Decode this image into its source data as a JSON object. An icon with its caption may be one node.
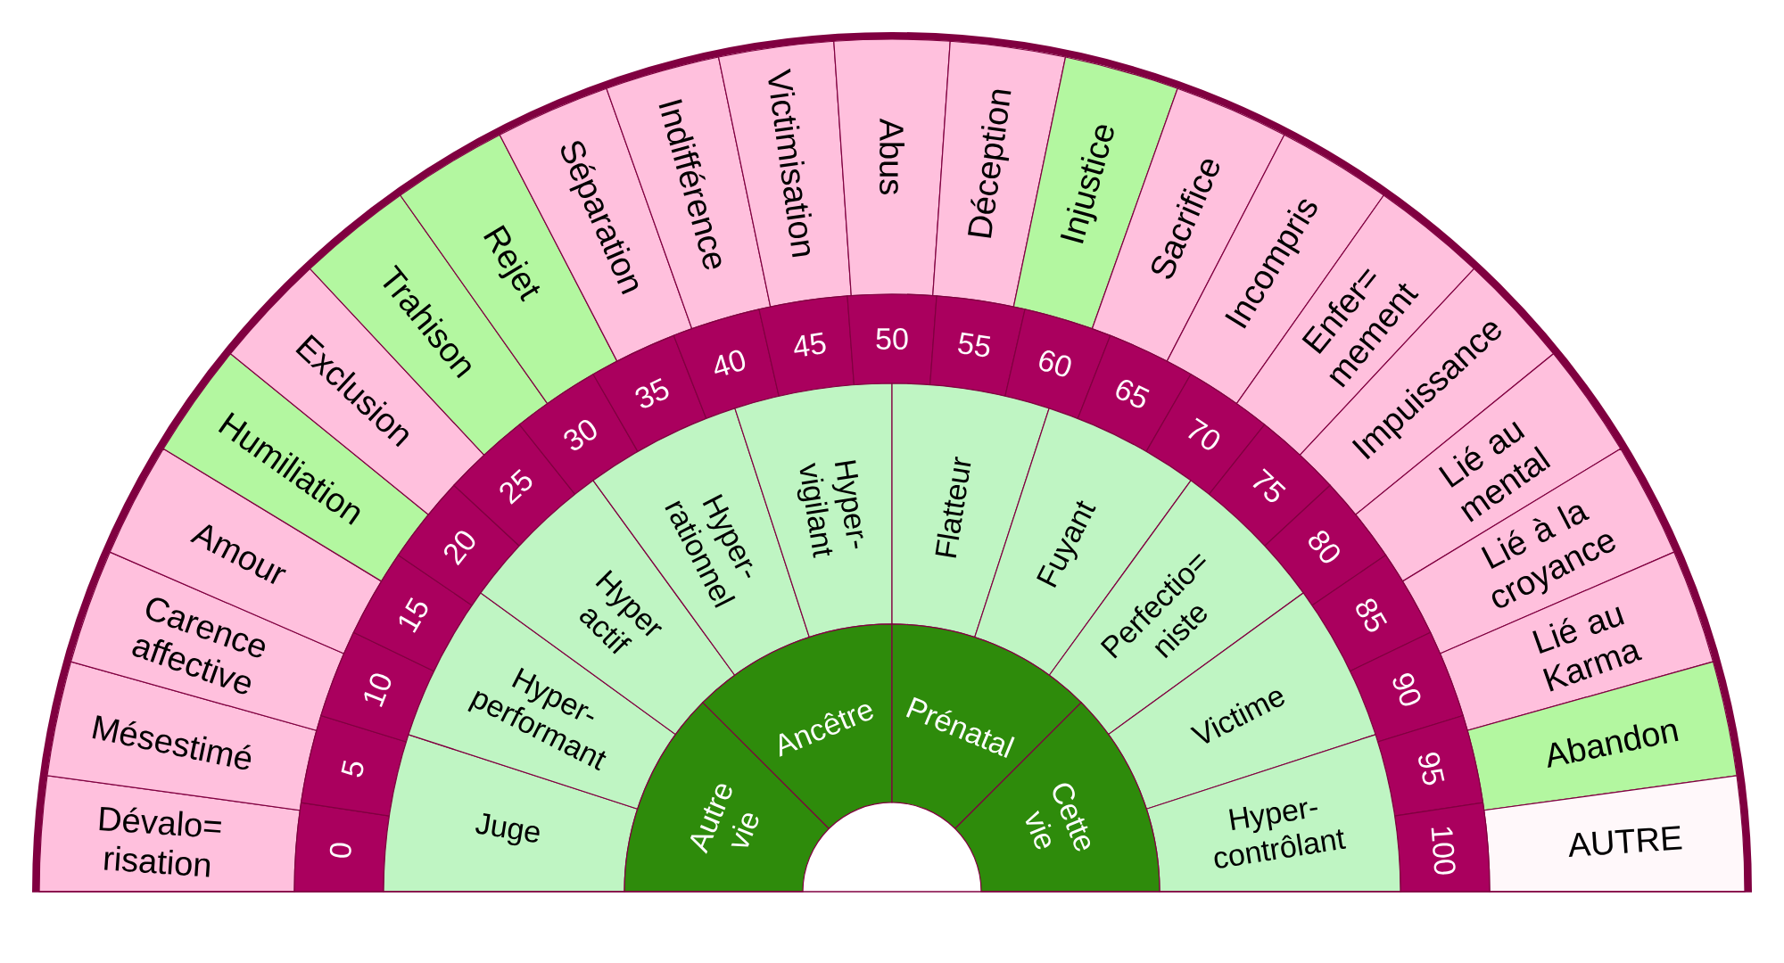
{
  "diagram": {
    "nodes": [
      {
        "text": [
          "Dévalo= risation"
        ]
      },
      {
        "text": [
          "Mésestimé"
        ]
      },
      {
        "text": [
          "Carence affective"
        ]
      },
      {
        "text": [
          "Amour"
        ]
      },
      {
        "text": [
          "Humiliation"
        ]
      },
      {
        "text": [
          "Exclusion"
        ]
      },
      {
        "text": [
          "Trahison"
        ]
      },
      {
        "text": [
          "Rejet"
        ]
      },
      {
        "text": [
          "Séparation"
        ]
      },
      {
        "text": [
          "Indifférence"
        ]
      },
      {
        "text": [
          "Victimisation"
        ]
      },
      {
        "text": [
          "Abus"
        ]
      },
      {
        "text": [
          "Déception"
        ]
      },
      {
        "text": [
          "Injustice"
        ]
      },
      {
        "text": [
          "Sacrifice"
        ]
      },
      {
        "text": [
          "Incompris"
        ]
      },
      {
        "text": [
          "Enfer= mement"
        ]
      },
      {
        "text": [
          "Impuissance"
        ]
      },
      {
        "text": [
          "Lié au mental"
        ]
      },
      {
        "text": [
          "Lié à la croyance"
        ]
      },
      {
        "text": [
          "Lié au Karma"
        ]
      },
      {
        "text": [
          "Abandon"
        ]
      },
      {
        "text": [
          "AUTRE"
        ]
      },
      {
        "text": [
          "0"
        ]
      },
      {
        "text": [
          "5"
        ]
      },
      {
        "text": [
          "10"
        ]
      },
      {
        "text": [
          "15"
        ]
      },
      {
        "text": [
          "20"
        ]
      },
      {
        "text": [
          "25"
        ]
      },
      {
        "text": [
          "30"
        ]
      },
      {
        "text": [
          "35"
        ]
      },
      {
        "text": [
          "40"
        ]
      },
      {
        "text": [
          "45"
        ]
      },
      {
        "text": [
          "50"
        ]
      },
      {
        "text": [
          "55"
        ]
      },
      {
        "text": [
          "60"
        ]
      },
      {
        "text": [
          "65"
        ]
      },
      {
        "text": [
          "70"
        ]
      },
      {
        "text": [
          "75"
        ]
      },
      {
        "text": [
          "80"
        ]
      },
      {
        "text": [
          "85"
        ]
      },
      {
        "text": [
          "90"
        ]
      },
      {
        "text": [
          "95"
        ]
      },
      {
        "text": [
          "100"
        ]
      },
      {
        "text": [
          "Juge"
        ]
      },
      {
        "text": [
          "Hyper- performant"
        ]
      },
      {
        "text": [
          "Hyper actif"
        ]
      },
      {
        "text": [
          "Hyper- rationnel"
        ]
      },
      {
        "text": [
          "Hyper- vigilant"
        ]
      },
      {
        "text": [
          "Flatteur"
        ]
      },
      {
        "text": [
          "Fuyant"
        ]
      },
      {
        "text": [
          "Perfectio= niste"
        ]
      },
      {
        "text": [
          "Victime"
        ]
      },
      {
        "text": [
          "Hyper- contrôlant"
        ]
      },
      {
        "text": [
          "Autre vie"
        ]
      },
      {
        "text": [
          "Ancêtre"
        ]
      },
      {
        "text": [
          "Prénatal"
        ]
      },
      {
        "text": [
          "Cette vie"
        ]
      }
    ]
  }
}
